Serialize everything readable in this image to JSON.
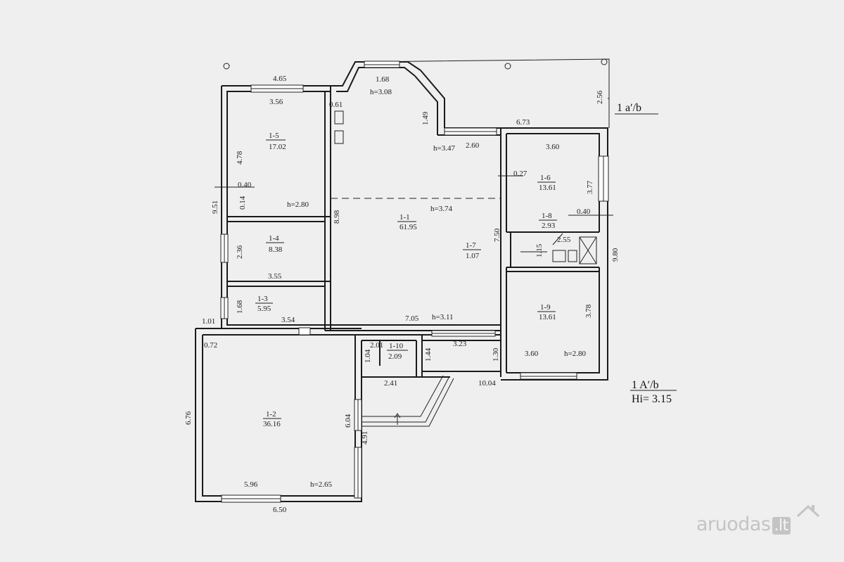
{
  "plan": {
    "title_top": "1 aʹ/b",
    "title_bottom": "1 Aʹ/b",
    "height_label": "Hi= 3.15",
    "rooms": [
      {
        "id": "1-1",
        "area": "61.95",
        "height": "h=3.74"
      },
      {
        "id": "1-2",
        "area": "36.16",
        "height": "h=2.65"
      },
      {
        "id": "1-3",
        "area": "5.95"
      },
      {
        "id": "1-4",
        "area": "8.38"
      },
      {
        "id": "1-5",
        "area": "17.02",
        "height": "h=2.80"
      },
      {
        "id": "1-6",
        "area": "13.61"
      },
      {
        "id": "1-7",
        "area": "1.07"
      },
      {
        "id": "1-8",
        "area": "2.93"
      },
      {
        "id": "1-9",
        "area": "13.61",
        "height": "h=2.80"
      },
      {
        "id": "1-10",
        "area": "2.09"
      }
    ],
    "heights": {
      "bay": "h=3.08",
      "bay_corner": "h=3.47",
      "hall_south": "h=3.11"
    },
    "dimensions": [
      "4.65",
      "3.56",
      "4.78",
      "0.40",
      "9.51",
      "0.14",
      "2.36",
      "3.55",
      "1.68",
      "3.54",
      "1.01",
      "0.72",
      "6.76",
      "6.04",
      "4.91",
      "5.96",
      "6.50",
      "0.61",
      "1.68",
      "1.49",
      "2.60",
      "2.56",
      "6.73",
      "3.60",
      "0.27",
      "3.77",
      "0.40",
      "2.55",
      "1.15",
      "9.80",
      "7.50",
      "8.98",
      "7.05",
      "3.78",
      "3.60",
      "2.01",
      "1.04",
      "1.44",
      "3.23",
      "1.30",
      "2.41",
      "10.04"
    ]
  },
  "watermark": {
    "text": "aruodas",
    "suffix": ".lt"
  }
}
